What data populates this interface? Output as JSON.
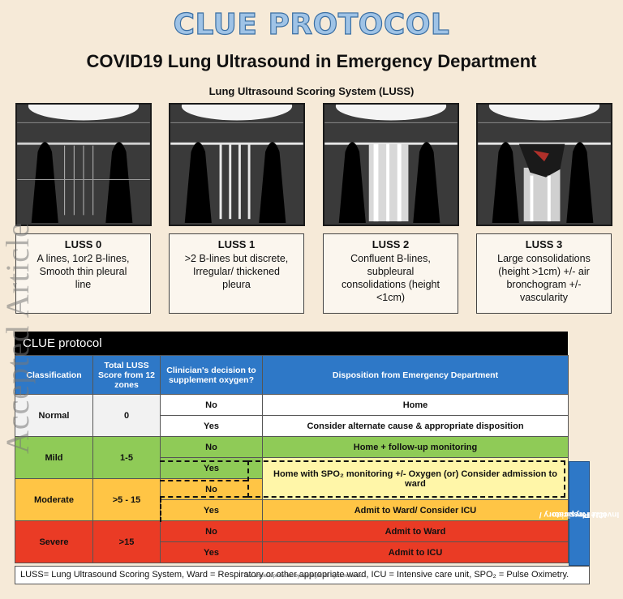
{
  "title": "CLUE PROTOCOL",
  "subtitle": "COVID19 Lung Ultrasound in Emergency Department",
  "luss_heading": "Lung Ultrasound Scoring System (LUSS)",
  "watermark": "Accepted Article",
  "luss": [
    {
      "title": "LUSS 0",
      "lines": [
        "A lines, 1or2 B-lines,",
        "Smooth thin pleural",
        "line"
      ]
    },
    {
      "title": "LUSS 1",
      "lines": [
        ">2 B-lines but discrete,",
        "Irregular/ thickened",
        "pleura"
      ]
    },
    {
      "title": "LUSS 2",
      "lines": [
        "Confluent B-lines,",
        "subpleural",
        "consolidations (height",
        "<1cm)"
      ]
    },
    {
      "title": "LUSS 3",
      "lines": [
        "Large consolidations",
        "(height >1cm) +/- air",
        "bronchogram +/-",
        "vascularity"
      ]
    }
  ],
  "table": {
    "caption": "CLUE protocol",
    "headers": [
      "Classification",
      "Total LUSS Score from 12 zones",
      "Clinician's decision to supplement oxygen?",
      "Disposition from Emergency Department"
    ],
    "normal": {
      "label": "Normal",
      "score": "0",
      "no": "No",
      "yes": "Yes",
      "d_no": "Home",
      "d_yes": "Consider alternate cause & appropriate disposition"
    },
    "mild": {
      "label": "Mild",
      "score": "1-5",
      "no": "No",
      "yes": "Yes",
      "d_no": "Home + follow-up monitoring"
    },
    "shared_disposition": "Home with SPO₂ monitoring +/- Oxygen (or) Consider admission to ward",
    "moderate": {
      "label": "Moderate",
      "score": ">5 - 15",
      "no": "No",
      "yes": "Yes",
      "d_yes": "Admit to Ward/ Consider ICU"
    },
    "severe": {
      "label": "Severe",
      "score": ">15",
      "no": "No",
      "yes": "Yes",
      "d_no": "Admit to Ward",
      "d_yes": "Admit to ICU"
    },
    "side_label_1": "Involve Respiratory /",
    "side_label_2": "ICU Physician"
  },
  "footer": "LUSS= Lung Ultrasound Scoring System, Ward = Respiratory or other appropriate ward, ICU = Intensive care unit, SPO₂ = Pulse Oximetry.",
  "footer_watermark": "This article is protected by copyright. All rights reserved.",
  "colors": {
    "header_blue": "#2e78c7",
    "green": "#8fcb57",
    "yellow": "#ffc545",
    "red": "#ea3b25"
  }
}
